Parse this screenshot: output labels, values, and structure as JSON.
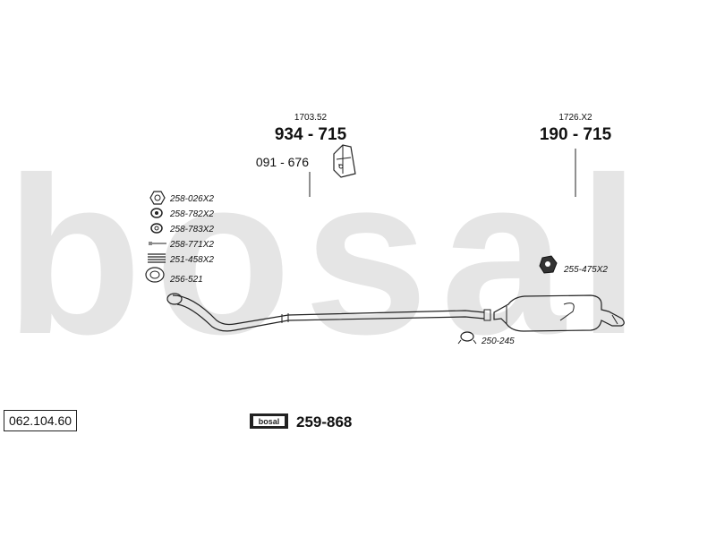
{
  "watermark": "bosal",
  "catalog_number": "062.104.60",
  "top_parts": [
    {
      "ref": "1703.52",
      "number": "934 - 715",
      "bracket": "091 - 676"
    },
    {
      "ref": "1726.X2",
      "number": "190 - 715"
    }
  ],
  "fitting_parts": [
    {
      "number": "258-026X2",
      "icon": "nut-icon"
    },
    {
      "number": "258-782X2",
      "icon": "washer-icon"
    },
    {
      "number": "258-783X2",
      "icon": "washer-icon"
    },
    {
      "number": "258-771X2",
      "icon": "bolt-icon"
    },
    {
      "number": "251-458X2",
      "icon": "spring-icon"
    },
    {
      "number": "256-521",
      "icon": "gasket-ring-icon"
    }
  ],
  "clamp_part": {
    "number": "250-245",
    "icon": "clamp-icon"
  },
  "rear_nut_part": {
    "number": "255-475X2",
    "icon": "hex-nut-icon"
  },
  "kit": {
    "logo": "bosal",
    "number": "259-868"
  }
}
